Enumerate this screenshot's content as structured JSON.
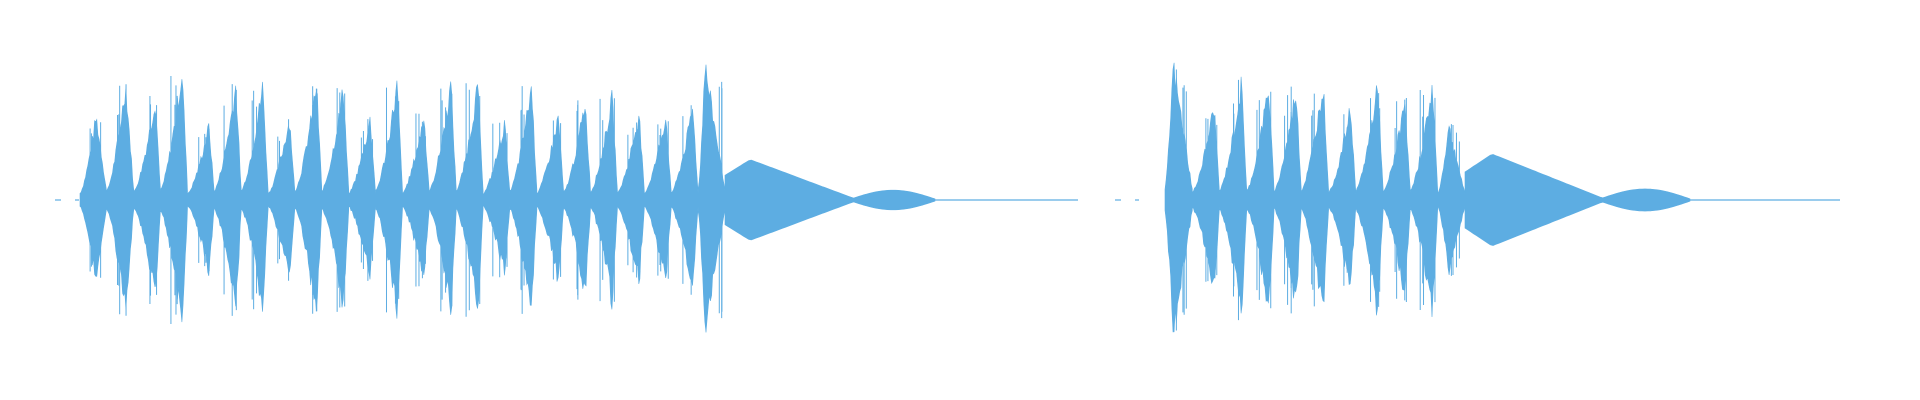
{
  "waveform": {
    "color": "#5dade2",
    "segments": [
      {
        "id": "clip-1",
        "bursts": [
          {
            "amp": 0.62,
            "rise": 0.6
          },
          {
            "amp": 0.86,
            "rise": 0.7
          },
          {
            "amp": 0.75,
            "rise": 0.8
          },
          {
            "amp": 0.96,
            "rise": 0.8
          },
          {
            "amp": 0.55,
            "rise": 0.8
          },
          {
            "amp": 0.85,
            "rise": 0.8
          },
          {
            "amp": 0.85,
            "rise": 0.8
          },
          {
            "amp": 0.6,
            "rise": 0.8
          },
          {
            "amp": 0.86,
            "rise": 0.8
          },
          {
            "amp": 0.83,
            "rise": 0.8
          },
          {
            "amp": 0.6,
            "rise": 0.8
          },
          {
            "amp": 0.86,
            "rise": 0.8
          },
          {
            "amp": 0.62,
            "rise": 0.8
          },
          {
            "amp": 0.86,
            "rise": 0.8
          },
          {
            "amp": 0.85,
            "rise": 0.8
          },
          {
            "amp": 0.57,
            "rise": 0.8
          },
          {
            "amp": 0.85,
            "rise": 0.8
          },
          {
            "amp": 0.62,
            "rise": 0.8
          },
          {
            "amp": 0.73,
            "rise": 0.8
          },
          {
            "amp": 0.76,
            "rise": 0.8
          },
          {
            "amp": 0.65,
            "rise": 0.8
          },
          {
            "amp": 0.63,
            "rise": 0.8
          },
          {
            "amp": 0.68,
            "rise": 0.8
          },
          {
            "amp": 1.0,
            "rise": 0.25
          }
        ],
        "tail": {
          "amp": 0.28,
          "decay": "slow"
        }
      },
      {
        "id": "clip-2",
        "bursts": [
          {
            "amp": 1.0,
            "rise": 0.3
          },
          {
            "amp": 0.7,
            "rise": 0.8
          },
          {
            "amp": 0.86,
            "rise": 0.8
          },
          {
            "amp": 0.85,
            "rise": 0.8
          },
          {
            "amp": 0.82,
            "rise": 0.8
          },
          {
            "amp": 0.86,
            "rise": 0.8
          },
          {
            "amp": 0.68,
            "rise": 0.8
          },
          {
            "amp": 0.85,
            "rise": 0.8
          },
          {
            "amp": 0.73,
            "rise": 0.8
          },
          {
            "amp": 0.85,
            "rise": 0.8
          },
          {
            "amp": 0.55,
            "rise": 0.4
          }
        ],
        "tail": {
          "amp": 0.32,
          "decay": "slow"
        }
      }
    ]
  }
}
